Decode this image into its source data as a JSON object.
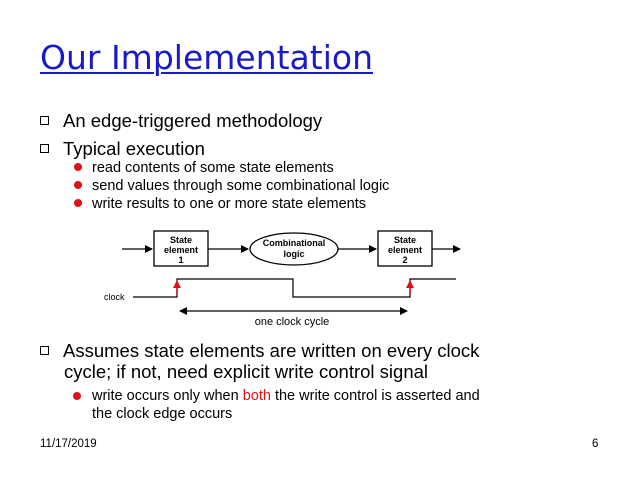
{
  "slide": {
    "title": "Our Implementation",
    "bullet1": "An edge-triggered methodology",
    "bullet2": "Typical execution",
    "sub_items": [
      "read contents of some state elements",
      "send values through some combinational logic",
      "write results to one or more state elements"
    ],
    "bullet3_line1": "Assumes state elements are written on every clock",
    "bullet3_line2": "cycle; if not, need explicit write control signal",
    "sub3_pre": "write occurs only when ",
    "sub3_highlight": "both",
    "sub3_post": " the write control is asserted and",
    "sub3_line2": "the clock edge occurs",
    "date": "11/17/2019",
    "page": "6"
  },
  "diagram": {
    "state1_l1": "State",
    "state1_l2": "element",
    "state1_l3": "1",
    "comb_l1": "Combinational",
    "comb_l2": "logic",
    "state2_l1": "State",
    "state2_l2": "element",
    "state2_l3": "2",
    "clock_label": "clock",
    "cycle_label": "one clock cycle"
  },
  "colors": {
    "title": "#1a1ac8",
    "bullet_dot": "#e0101a",
    "highlight": "#e0101a"
  }
}
